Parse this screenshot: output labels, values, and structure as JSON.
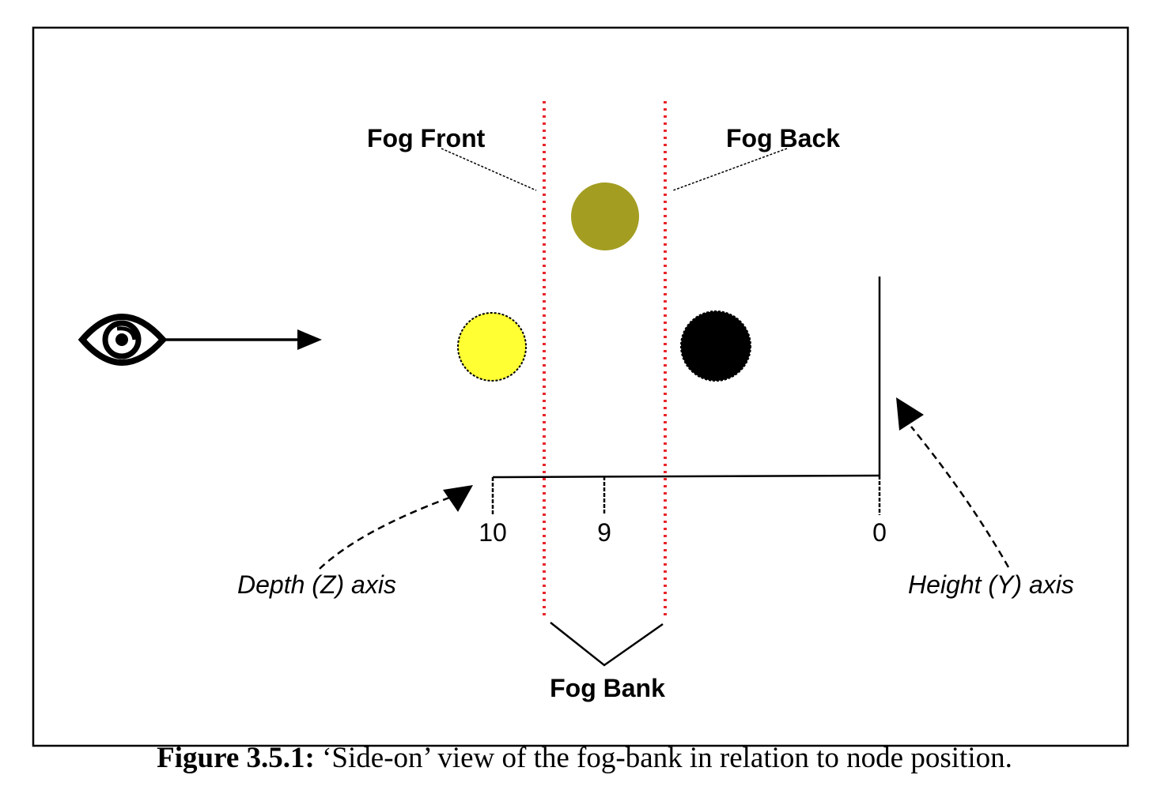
{
  "labels": {
    "fog_front": "Fog Front",
    "fog_back": "Fog Back",
    "fog_bank": "Fog Bank",
    "depth_axis": "Depth (Z) axis",
    "height_axis": "Height (Y) axis"
  },
  "depth_ticks": [
    "10",
    "9",
    "0"
  ],
  "caption": {
    "number": "Figure 3.5.1:",
    "text": " ‘Side-on’ view of the fog-bank in relation to node position."
  },
  "colors": {
    "fog_line": "#e8262b",
    "node_olive": "#a39d22",
    "node_yellow": "#ffff33",
    "node_black": "#000000"
  },
  "icons": {
    "viewer": "eye-icon"
  }
}
